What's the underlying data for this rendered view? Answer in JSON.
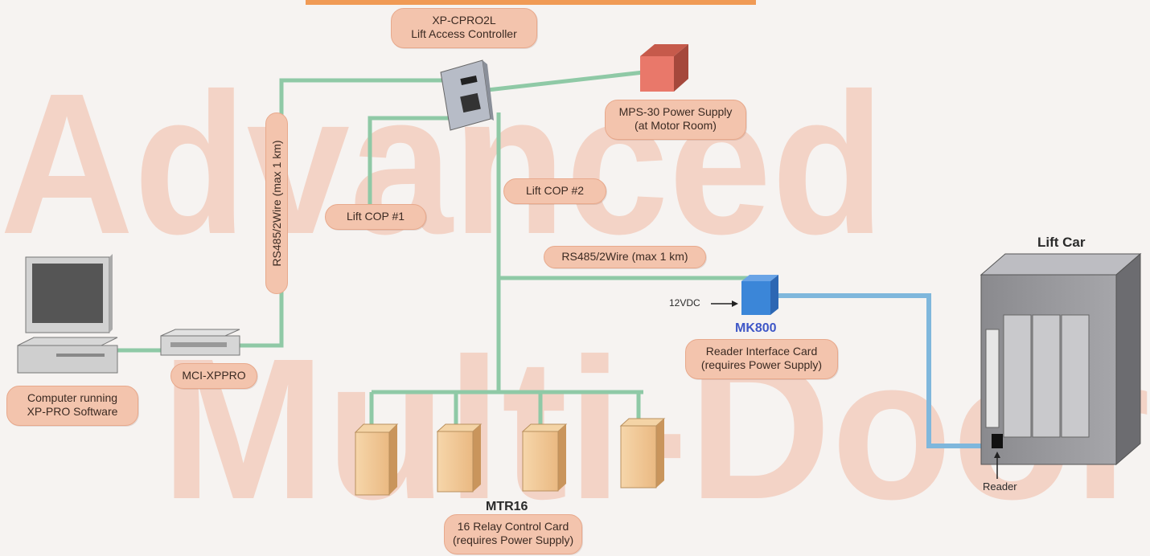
{
  "watermark": {
    "line1": "Advanced",
    "line2": "Multi-Door"
  },
  "controller": {
    "line1": "XP-CPRO2L",
    "line2": "Lift Access Controller"
  },
  "power_supply": {
    "line1": "MPS-30 Power Supply",
    "line2": "(at Motor Room)"
  },
  "cop1": "Lift COP #1",
  "cop2": "Lift COP #2",
  "rs485_vertical": "RS485/2Wire (max 1 km)",
  "rs485_horizontal": "RS485/2Wire (max 1 km)",
  "computer": {
    "line1": "Computer running",
    "line2": "XP-PRO Software"
  },
  "converter": "MCI-XPPRO",
  "mk800": {
    "name": "MK800",
    "line1": "Reader Interface Card",
    "line2": "(requires Power Supply)",
    "input": "12VDC"
  },
  "mtr16": {
    "name": "MTR16",
    "line1": "16 Relay Control Card",
    "line2": "(requires Power Supply)"
  },
  "lift_car": {
    "title": "Lift Car",
    "reader": "Reader"
  },
  "colors": {
    "wire": "#8fc9a6",
    "cable": "#7fb7dc",
    "bubble": "#f3c4ad",
    "mk800_blue": "#3b86d8",
    "mk800_text": "#3f57c7",
    "relay_box": "#f0c896",
    "power_box": "#e9786a"
  }
}
